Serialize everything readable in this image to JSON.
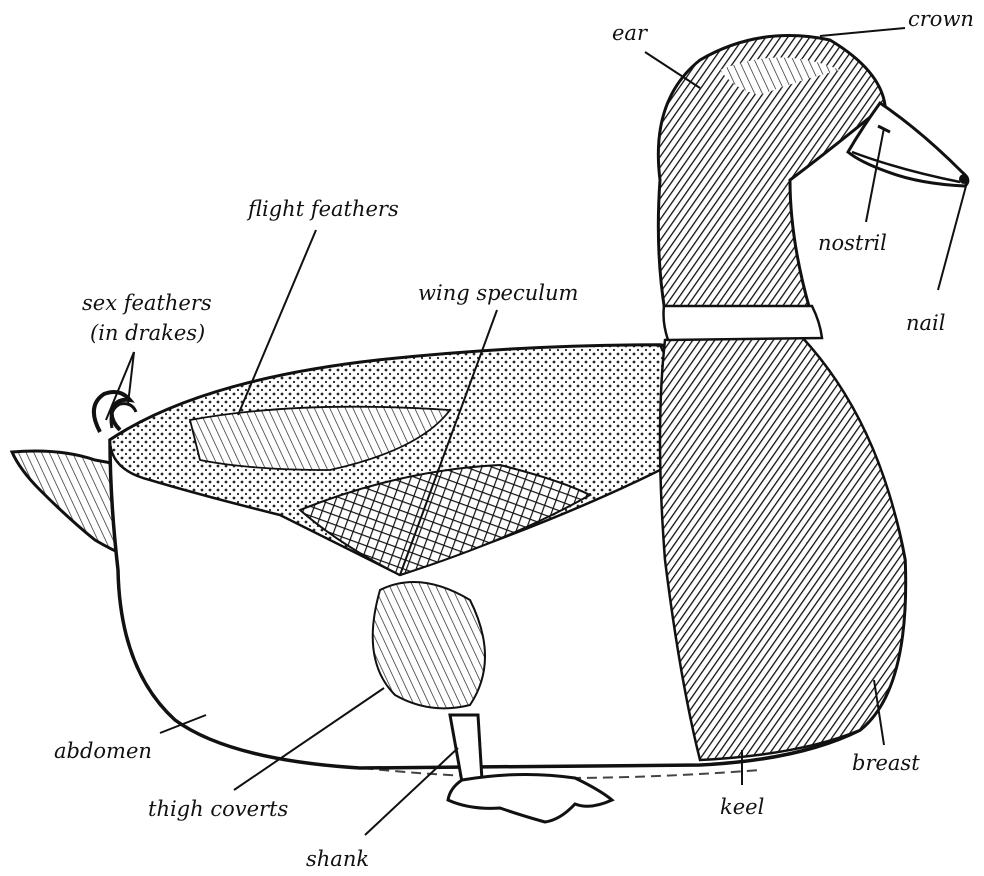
{
  "diagram": {
    "labels": {
      "ear": "ear",
      "crown": "crown",
      "nostril": "nostril",
      "nail": "nail",
      "flight_feathers": "flight feathers",
      "wing_speculum": "wing speculum",
      "sex_feathers_line1": "sex feathers",
      "sex_feathers_line2": "(in drakes)",
      "abdomen": "abdomen",
      "thigh_coverts": "thigh coverts",
      "shank": "shank",
      "keel": "keel",
      "breast": "breast"
    }
  }
}
